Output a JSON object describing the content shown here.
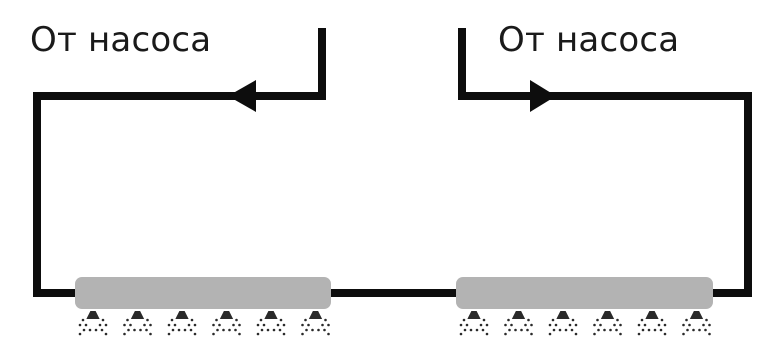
{
  "labels": {
    "left_inlet": "От насоса",
    "right_inlet": "От насоса"
  },
  "colors": {
    "pipe": "#0d0d0d",
    "nozzle_bar": "#b3b3b3",
    "spray": "#2a2a2a"
  },
  "left_manifold": {
    "flow_direction": "left",
    "nozzle_count": 6
  },
  "right_manifold": {
    "flow_direction": "right",
    "nozzle_count": 6
  }
}
